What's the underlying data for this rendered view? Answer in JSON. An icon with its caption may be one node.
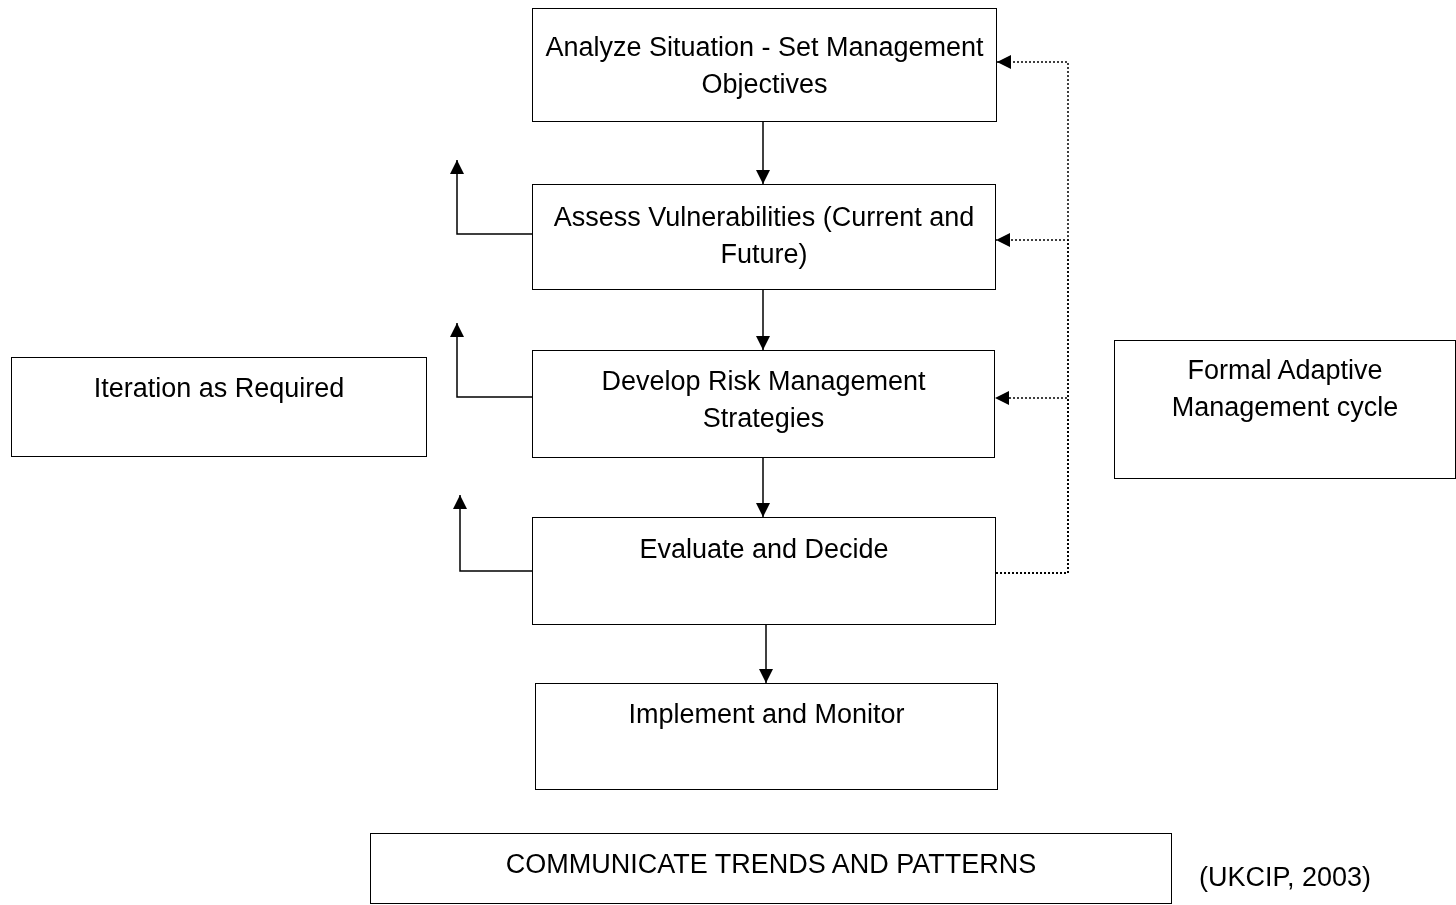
{
  "diagram": {
    "nodes": [
      {
        "text": [
          "Analyze Situation - Set Management Objectives"
        ]
      },
      {
        "text": [
          "Assess Vulnerabilities (Current and Future)"
        ]
      },
      {
        "text": [
          "Develop Risk Management Strategies"
        ]
      },
      {
        "text": [
          "Evaluate and Decide"
        ]
      },
      {
        "text": [
          "Implement and Monitor"
        ]
      },
      {
        "text": [
          "Iteration as Required"
        ]
      },
      {
        "text": [
          "Formal Adaptive Management cycle"
        ]
      },
      {
        "text": [
          "COMMUNICATE TRENDS AND PATTERNS"
        ]
      }
    ],
    "edges": [
      {
        "from": 0,
        "to": 1,
        "arrow": "to"
      },
      {
        "from": 1,
        "to": 2,
        "arrow": "to"
      },
      {
        "from": 2,
        "to": 3,
        "arrow": "to"
      },
      {
        "from": 3,
        "to": 4,
        "arrow": "to"
      },
      {
        "from": 1,
        "to": null,
        "arrow": "to"
      },
      {
        "from": 2,
        "to": null,
        "arrow": "to"
      },
      {
        "from": 3,
        "to": null,
        "arrow": "to"
      },
      {
        "from": 3,
        "to": 0,
        "arrow": "to",
        "style": "dashed"
      },
      {
        "from": 3,
        "to": 1,
        "arrow": "to",
        "style": "dashed"
      },
      {
        "from": 3,
        "to": 2,
        "arrow": "to",
        "style": "dashed"
      }
    ],
    "labels": [
      "(UKCIP, 2003)"
    ]
  }
}
